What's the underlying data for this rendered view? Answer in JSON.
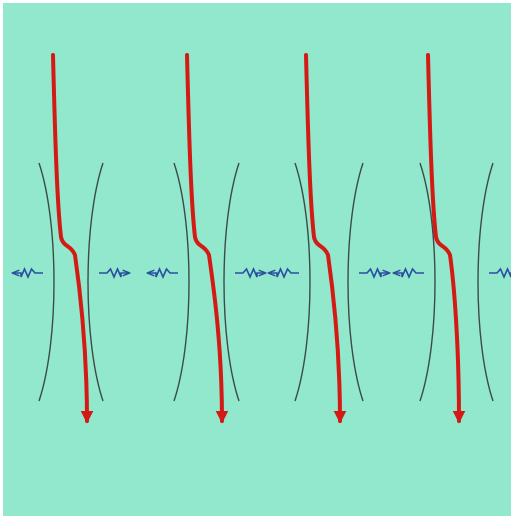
{
  "diagram": {
    "background_color": "#91e8cd",
    "beam_color": "#d41a14",
    "membrane_color": "#3d4a48",
    "wave_color": "#2a4fa0",
    "units": [
      {
        "name": "unit-1",
        "beam": "beam-arrow-1",
        "membrane_left": "membrane-left-1",
        "membrane_right": "membrane-right-1",
        "wave_left": "wave-left-1",
        "wave_right": "wave-right-1"
      },
      {
        "name": "unit-2",
        "beam": "beam-arrow-2",
        "membrane_left": "membrane-left-2",
        "membrane_right": "membrane-right-2",
        "wave_left": "wave-left-2",
        "wave_right": "wave-right-2"
      },
      {
        "name": "unit-3",
        "beam": "beam-arrow-3",
        "membrane_left": "membrane-left-3",
        "membrane_right": "membrane-right-3",
        "wave_left": "wave-left-3",
        "wave_right": "wave-right-3"
      },
      {
        "name": "unit-4",
        "beam": "beam-arrow-4",
        "membrane_left": "membrane-left-4",
        "membrane_right": "membrane-right-4",
        "wave_left": "wave-left-4",
        "wave_right": "wave-right-4"
      }
    ]
  }
}
